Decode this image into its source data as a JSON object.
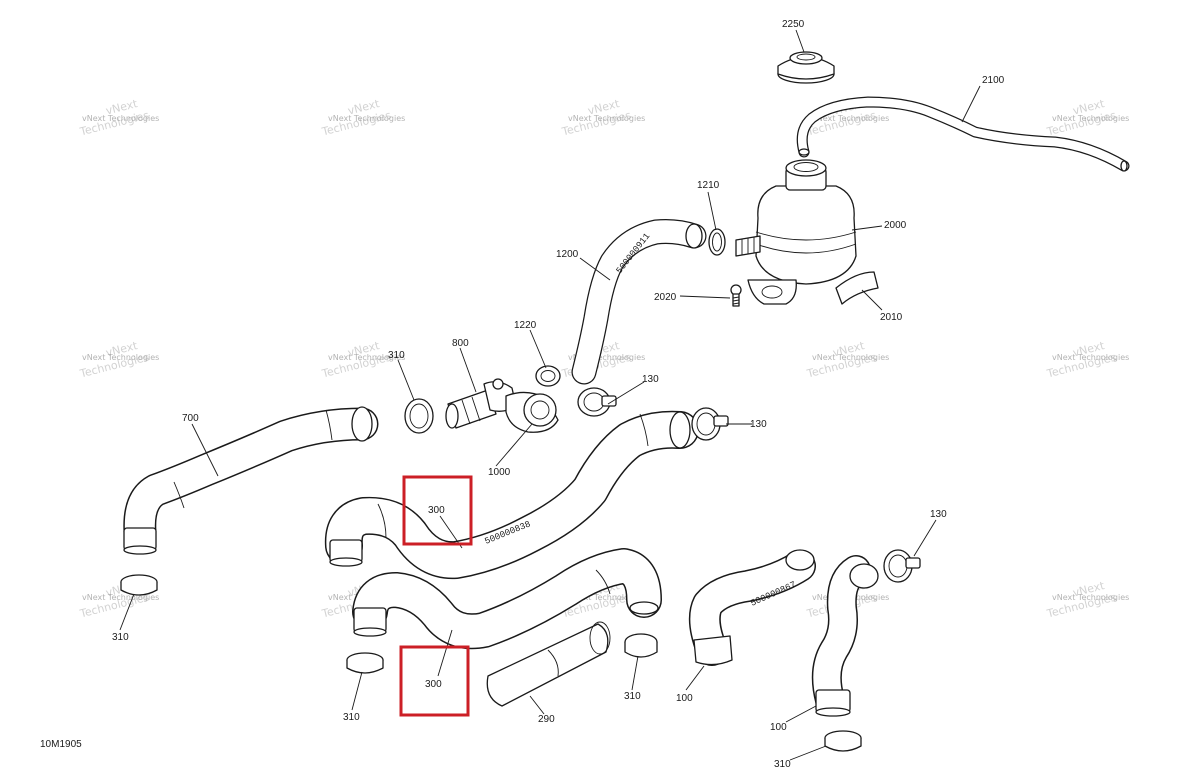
{
  "diagram_code": "10M1905",
  "watermark": {
    "line1": "vNext",
    "line2": "Technologies",
    "small": "vNext Technologies"
  },
  "hose_markings": {
    "h1200": "500000911",
    "h300": "500000838",
    "h100": "500000867"
  },
  "labels": {
    "p2250": "2250",
    "p2100": "2100",
    "p1210": "1210",
    "p2000": "2000",
    "p1200": "1200",
    "p2020": "2020",
    "p2010": "2010",
    "p1220": "1220",
    "p800": "800",
    "p310_top": "310",
    "p130_a": "130",
    "p700": "700",
    "p130_b": "130",
    "p1000": "1000",
    "p300_upper": "300",
    "p130_c": "130",
    "p310_left": "310",
    "p300_lower": "300",
    "p310_mid": "310",
    "p290": "290",
    "p310_right": "310",
    "p100_left": "100",
    "p100_right": "100",
    "p310_bottom": "310"
  },
  "highlight_color": "#cc1f26"
}
